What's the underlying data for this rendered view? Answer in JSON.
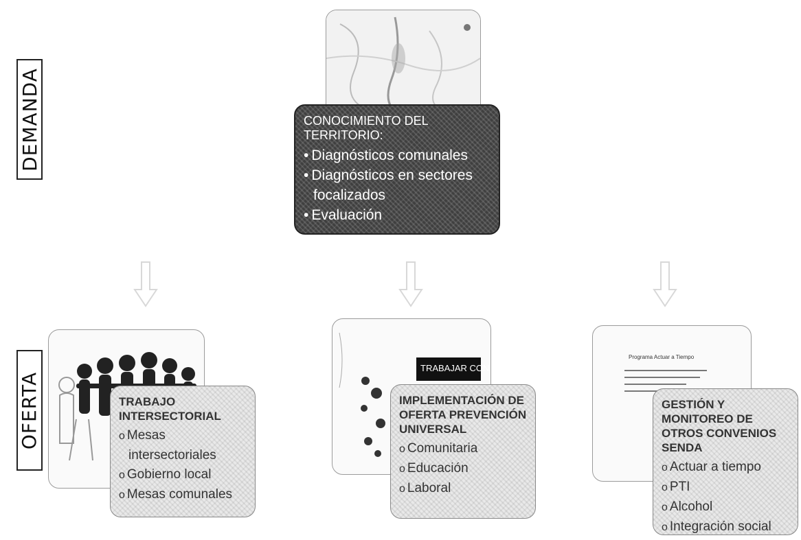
{
  "labels": {
    "demand": "DEMANDA",
    "offer": "OFERTA"
  },
  "demand_box": {
    "title": "CONOCIMIENTO DEL TERRITORIO:",
    "items": [
      "Diagnósticos comunales",
      "Diagnósticos en sectores focalizados",
      "Evaluación"
    ]
  },
  "offer_boxes": [
    {
      "title": "TRABAJO INTERSECTORIAL",
      "items": [
        "Mesas intersectoriales",
        "Gobierno local",
        "Mesas comunales"
      ]
    },
    {
      "title": "IMPLEMENTACIÓN DE OFERTA PREVENCIÓN UNIVERSAL",
      "items": [
        "Comunitaria",
        "Educación",
        "Laboral"
      ]
    },
    {
      "title": "GESTIÓN Y MONITOREO DE OTROS CONVENIOS SENDA",
      "items": [
        "Actuar a tiempo",
        "PTI",
        "Alcohol",
        "Integración social"
      ]
    }
  ],
  "photo_texts": {
    "black_label": "TRABAJAR CON",
    "doc_title": "Programa Actuar a Tiempo"
  },
  "colors": {
    "dark_box": "#3f3f3f",
    "light_box": "#e9e9e9",
    "border": "#888888"
  }
}
